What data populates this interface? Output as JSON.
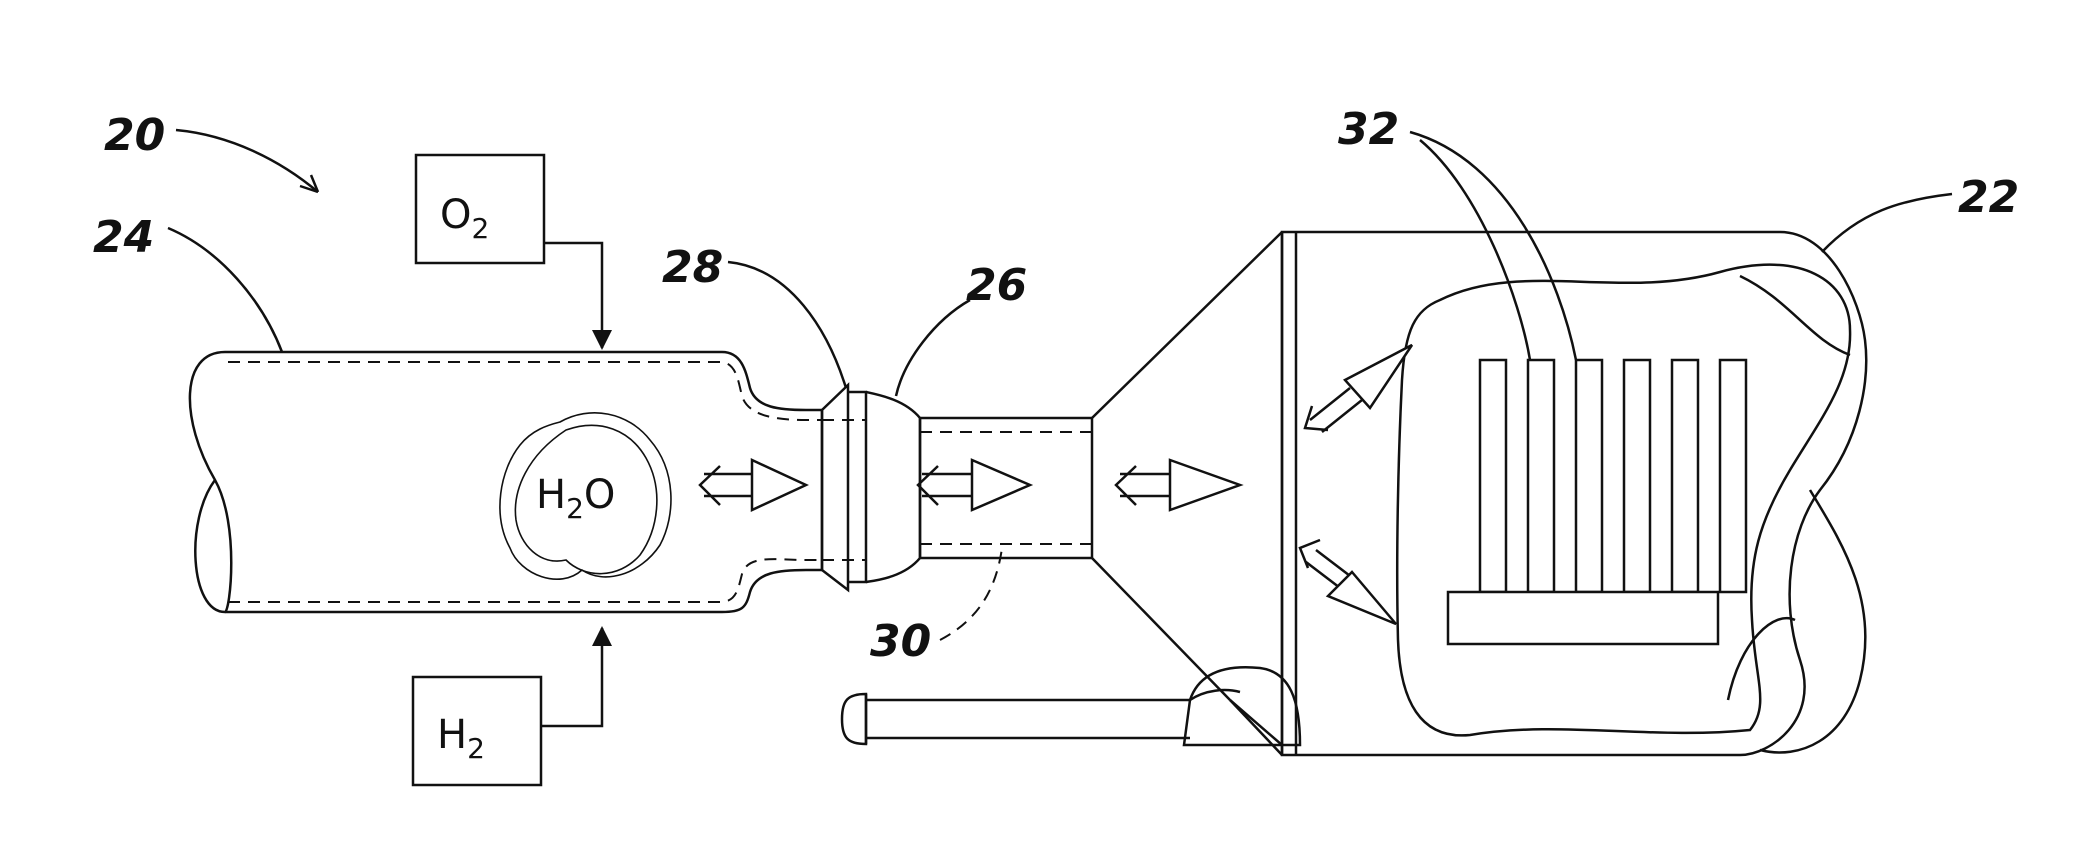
{
  "labels": {
    "system": "20",
    "chamber": "22",
    "pipe": "24",
    "nozzle": "26",
    "flange": "28",
    "dashed_pipe": "30",
    "fins": "32"
  },
  "boxes": {
    "oxygen": {
      "main": "O",
      "sub": "2"
    },
    "hydrogen": {
      "main": "H",
      "sub": "2"
    }
  },
  "water": {
    "main": "H",
    "sub": "2",
    "tail": "O"
  },
  "fin_count": 6
}
